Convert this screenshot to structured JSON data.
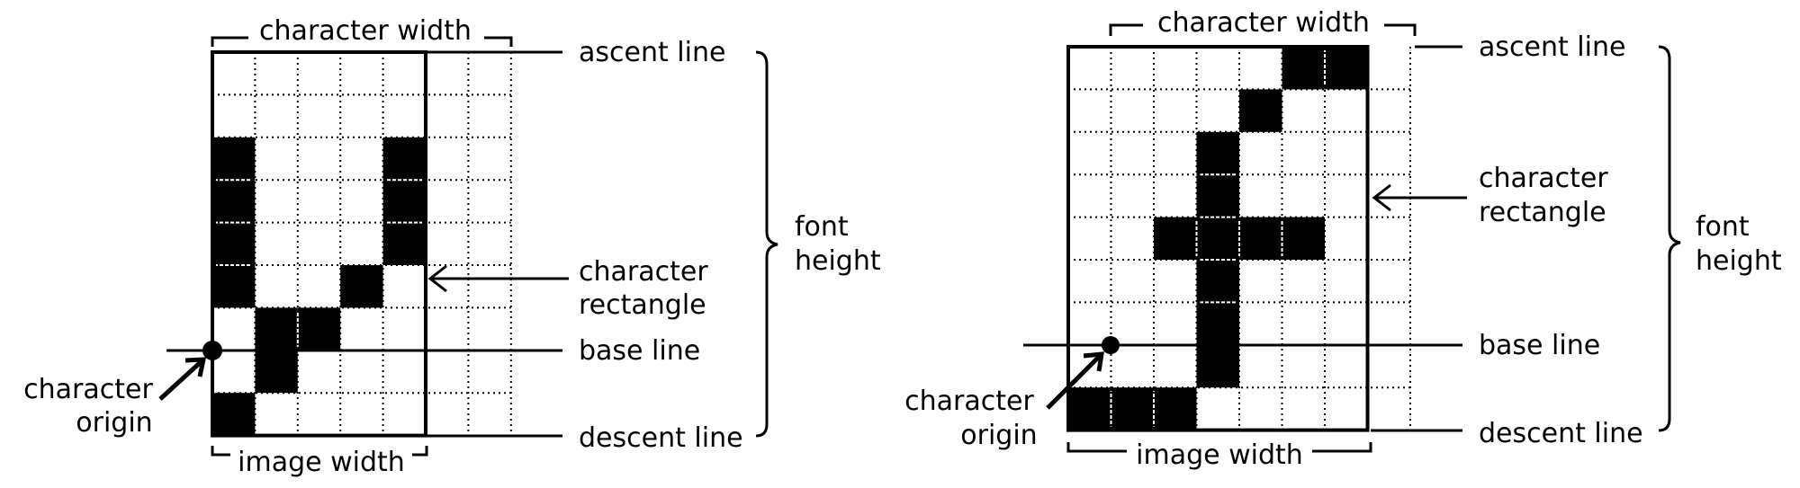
{
  "colors": {
    "ink": "#000000",
    "paper": "#ffffff"
  },
  "panels": [
    {
      "id": "left",
      "top_label": "character width",
      "bottom_label": "image width",
      "rows": 9,
      "cols": 7,
      "rect_cols": 5,
      "baseline_row": 7,
      "origin_col": 0,
      "filled": [
        [
          2,
          0
        ],
        [
          3,
          0
        ],
        [
          4,
          0
        ],
        [
          5,
          0
        ],
        [
          2,
          4
        ],
        [
          3,
          4
        ],
        [
          4,
          4
        ],
        [
          5,
          3
        ],
        [
          6,
          1
        ],
        [
          6,
          2
        ],
        [
          7,
          1
        ],
        [
          8,
          0
        ]
      ],
      "lines": {
        "ascent": "ascent line",
        "base": "base line",
        "descent": "descent line"
      },
      "rect_label": [
        "character",
        "rectangle"
      ],
      "height_label": [
        "font",
        "height"
      ],
      "origin_label": [
        "character",
        "origin"
      ]
    },
    {
      "id": "right",
      "top_label": "character width",
      "bottom_label": "image width",
      "rows": 9,
      "cols": 8,
      "rect_cols": 7,
      "baseline_row": 7,
      "origin_col": 1,
      "filled": [
        [
          0,
          5
        ],
        [
          0,
          6
        ],
        [
          1,
          4
        ],
        [
          2,
          3
        ],
        [
          3,
          3
        ],
        [
          4,
          2
        ],
        [
          4,
          3
        ],
        [
          4,
          4
        ],
        [
          4,
          5
        ],
        [
          5,
          3
        ],
        [
          6,
          3
        ],
        [
          7,
          3
        ],
        [
          8,
          0
        ],
        [
          8,
          1
        ],
        [
          8,
          2
        ]
      ],
      "lines": {
        "ascent": "ascent line",
        "base": "base line",
        "descent": "descent line"
      },
      "rect_label": [
        "character",
        "rectangle"
      ],
      "height_label": [
        "font",
        "height"
      ],
      "origin_label": [
        "character",
        "origin"
      ]
    }
  ]
}
